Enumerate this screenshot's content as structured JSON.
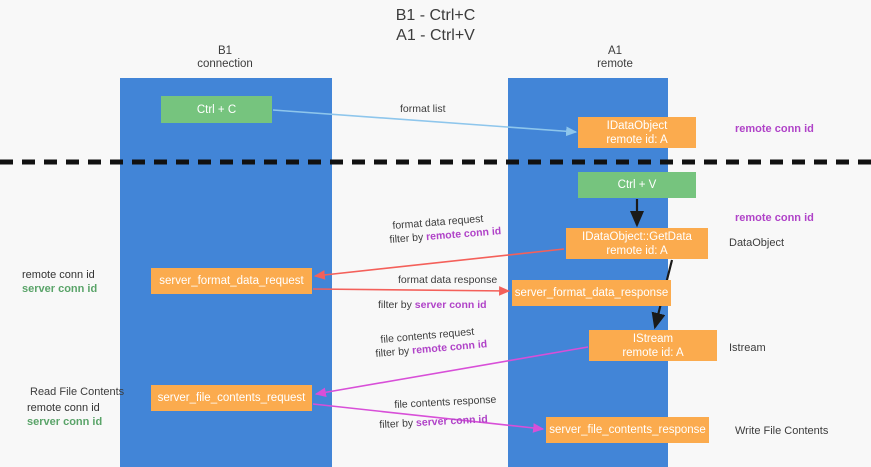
{
  "title": {
    "line1": "B1 - Ctrl+C",
    "line2": "A1 - Ctrl+V"
  },
  "columns": {
    "left": {
      "name": "B1",
      "role": "connection"
    },
    "right": {
      "name": "A1",
      "role": "remote"
    }
  },
  "boxes": {
    "ctrl_c": {
      "label": "Ctrl + C",
      "color": "#76c47e"
    },
    "idataobject": {
      "line1": "IDataObject",
      "line2": "remote id: A",
      "color": "#fbab4e"
    },
    "ctrl_v": {
      "label": "Ctrl + V",
      "color": "#76c47e"
    },
    "getdata": {
      "line1": "IDataObject::GetData",
      "line2": "remote id: A",
      "color": "#fbab4e"
    },
    "server_format_data_request": {
      "label": "server_format_data_request",
      "color": "#fbab4e"
    },
    "server_format_data_response": {
      "label": "server_format_data_response",
      "color": "#fbab4e"
    },
    "istream": {
      "line1": "IStream",
      "line2": "remote id: A",
      "color": "#fbab4e"
    },
    "server_file_contents_request": {
      "label": "server_file_contents_request",
      "color": "#fbab4e"
    },
    "server_file_contents_response": {
      "label": "server_file_contents_response",
      "color": "#fbab4e"
    }
  },
  "annotations": {
    "remote_conn_id_top": "remote conn id",
    "remote_conn_id_mid": "remote conn id",
    "dataobject": "DataObject",
    "istream": "Istream",
    "write_file_contents": "Write File Contents",
    "read_file_contents": "Read File Contents",
    "remote_conn_id_left_1": "remote conn id",
    "server_conn_id_left_1": "server conn id",
    "remote_conn_id_left_2": "remote conn id",
    "server_conn_id_left_2": "server conn id"
  },
  "edges": {
    "format_list": "format list",
    "format_data_request": "format data request",
    "format_data_request_filter_prefix": "filter by ",
    "format_data_request_filter_key": "remote conn id",
    "format_data_response": "format data response",
    "format_data_response_filter_prefix": "filter by ",
    "format_data_response_filter_key": "server conn id",
    "file_contents_request": "file contents request",
    "file_contents_request_filter_prefix": "filter by ",
    "file_contents_request_filter_key": "remote conn id",
    "file_contents_response": "file contents response",
    "file_contents_response_filter_prefix": "filter by ",
    "file_contents_response_filter_key": "server conn id"
  },
  "colors": {
    "lane": "#4285d7",
    "green_box": "#76c47e",
    "orange_box": "#fbab4e",
    "purple": "#b043c8",
    "green_text": "#5aa469",
    "red_arrow": "#f4605a",
    "magenta_arrow": "#d84fd8",
    "light_blue_arrow": "#8ec6ec",
    "black_arrow": "#1a1a1a",
    "background": "#f8f8f8"
  }
}
